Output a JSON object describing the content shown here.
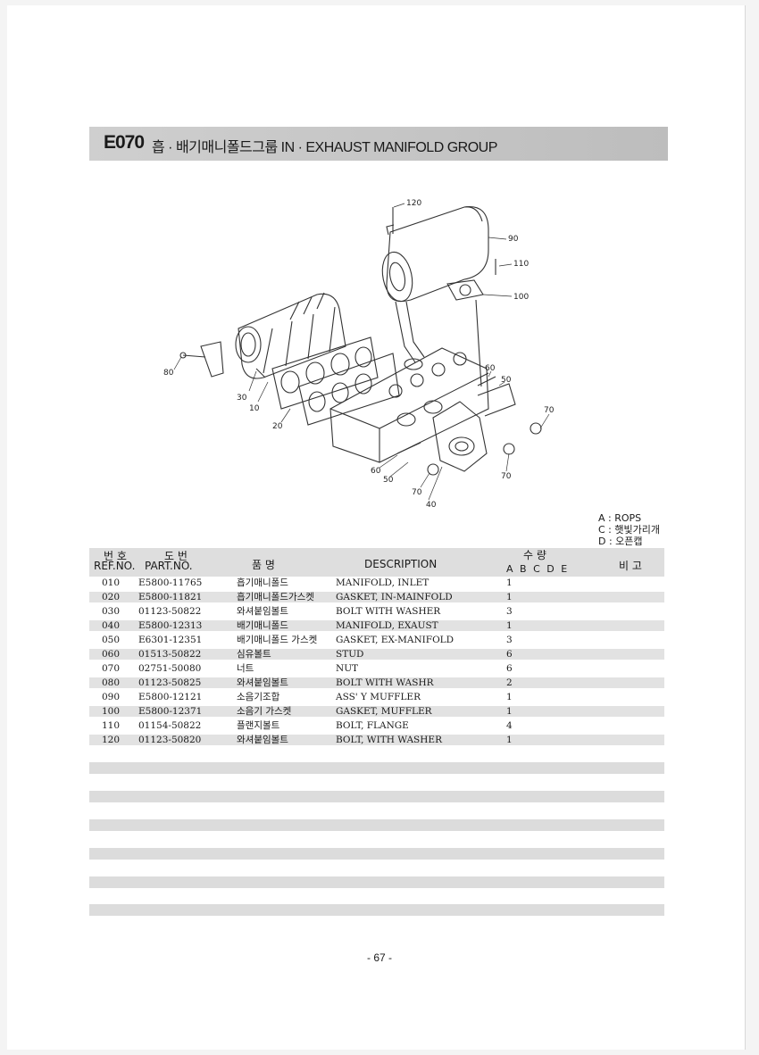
{
  "header": {
    "code": "E070",
    "title": "흡 · 배기매니폴드그룹 IN · EXHAUST MANIFOLD GROUP"
  },
  "diagram": {
    "callouts": [
      "120",
      "90",
      "110",
      "100",
      "80",
      "30",
      "10",
      "20",
      "60",
      "50",
      "70",
      "60",
      "50",
      "70",
      "70",
      "40"
    ]
  },
  "legend": [
    "A : ROPS",
    "C : 햇빛가리개",
    "D : 오픈캡"
  ],
  "table_header": {
    "ref_ko": "번 호",
    "ref_en": "REF.NO.",
    "part_ko": "도 번",
    "part_en": "PART.NO.",
    "name_ko": "품 명",
    "description": "DESCRIPTION",
    "qty_ko": "수 량",
    "qty_cols": "A B C D E",
    "remarks_ko": "비 고"
  },
  "rows": [
    {
      "ref": "010",
      "part": "E5800-11765",
      "name": "흡기매니폴드",
      "desc": "MANIFOLD, INLET",
      "qty": "1"
    },
    {
      "ref": "020",
      "part": "E5800-11821",
      "name": "흡기매니폴드가스켓",
      "desc": "GASKET, IN-MAINFOLD",
      "qty": "1"
    },
    {
      "ref": "030",
      "part": "01123-50822",
      "name": "와셔붙임볼트",
      "desc": "BOLT WITH WASHER",
      "qty": "3"
    },
    {
      "ref": "040",
      "part": "E5800-12313",
      "name": "배기매니폴드",
      "desc": "MANIFOLD, EXAUST",
      "qty": "1"
    },
    {
      "ref": "050",
      "part": "E6301-12351",
      "name": "배기매니폴드 가스켓",
      "desc": "GASKET, EX-MANIFOLD",
      "qty": "3"
    },
    {
      "ref": "060",
      "part": "01513-50822",
      "name": "심유볼트",
      "desc": "STUD",
      "qty": "6"
    },
    {
      "ref": "070",
      "part": "02751-50080",
      "name": "너트",
      "desc": "NUT",
      "qty": "6"
    },
    {
      "ref": "080",
      "part": "01123-50825",
      "name": "와셔붙임볼트",
      "desc": "BOLT WITH WASHR",
      "qty": "2"
    },
    {
      "ref": "090",
      "part": "E5800-12121",
      "name": "소음기조합",
      "desc": "ASS' Y MUFFLER",
      "qty": "1"
    },
    {
      "ref": "100",
      "part": "E5800-12371",
      "name": "소음기 가스켓",
      "desc": "GASKET, MUFFLER",
      "qty": "1"
    },
    {
      "ref": "110",
      "part": "01154-50822",
      "name": "플랜지볼트",
      "desc": "BOLT, FLANGE",
      "qty": "4"
    },
    {
      "ref": "120",
      "part": "01123-50820",
      "name": "와셔붙임볼트",
      "desc": "BOLT, WITH WASHER",
      "qty": "1"
    }
  ],
  "page_number": "- 67 -"
}
